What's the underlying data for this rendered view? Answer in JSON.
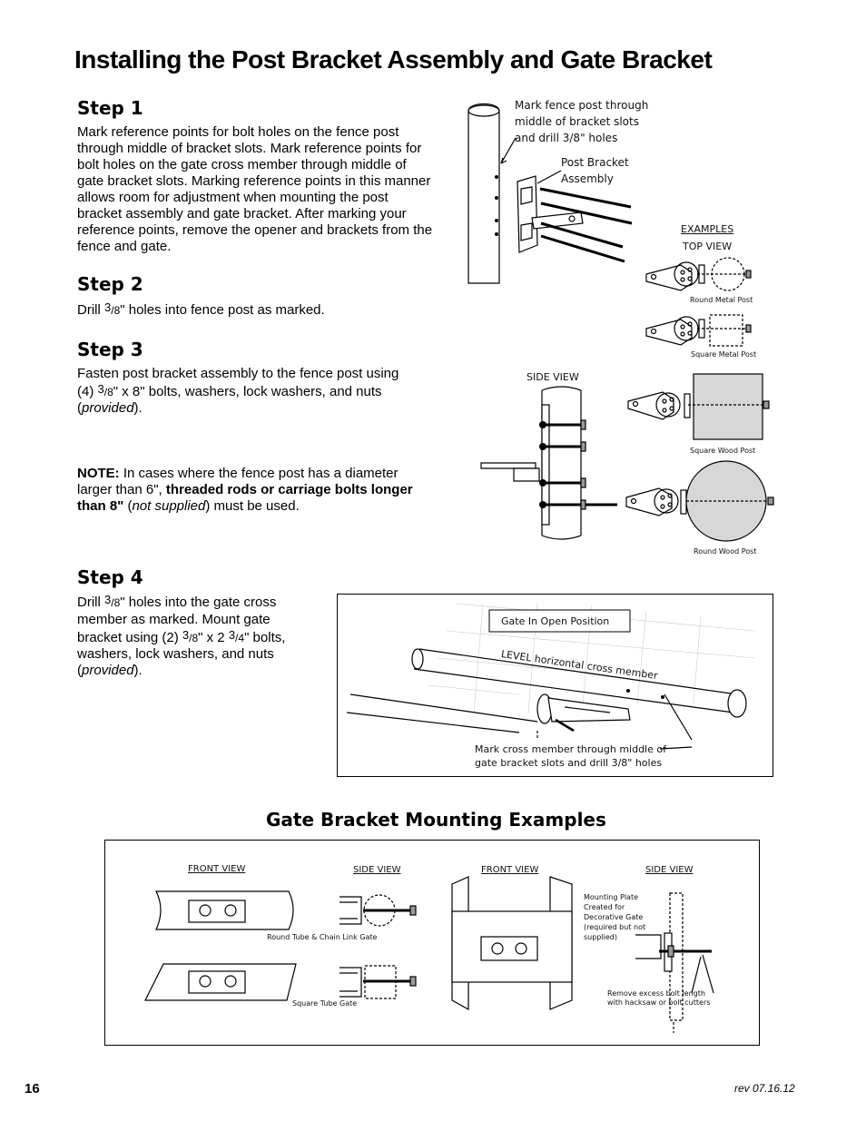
{
  "title": "Installing the Post Bracket Assembly and Gate Bracket",
  "step1": {
    "heading": "Step 1",
    "body": "Mark reference points for bolt holes on the fence post through middle of bracket slots. Mark reference points for bolt holes on the gate cross member through middle of gate bracket slots. Marking reference points in this manner allows room for adjustment when mounting the post bracket assembly and gate bracket.  After marking your reference points, remove the opener and brackets from the fence and gate."
  },
  "step2": {
    "heading": "Step 2",
    "body_pre": "Drill ",
    "frac_num": "3",
    "frac_den": "/8",
    "body_post": "\" holes into fence post as marked."
  },
  "step3": {
    "heading": "Step 3",
    "line1": "Fasten post bracket assembly to the fence post using",
    "line2_pre": "(4) ",
    "frac_num": "3",
    "frac_den": "/8",
    "line2_post": "\" x 8\" bolts, washers, lock washers, and nuts",
    "line3_open": "(",
    "line3_italic": "provided",
    "line3_close": ").",
    "note_label": "NOTE:",
    "note_text1": " In cases where the fence post has a diameter larger than 6\", ",
    "note_bold": "threaded rods or carriage bolts longer than 8\"",
    "note_text2": " (",
    "note_italic": "not supplied",
    "note_text3": ") must be used."
  },
  "step4": {
    "heading": "Step 4",
    "l1_pre": "Drill ",
    "l1_num": "3",
    "l1_den": "/8",
    "l1_post": "\" holes into the gate cross",
    "l2": "member as marked. Mount gate",
    "l3_pre": "bracket using (2) ",
    "l3_num1": "3",
    "l3_den1": "/8",
    "l3_mid": "\" x 2 ",
    "l3_num2": "3",
    "l3_den2": "/4",
    "l3_post": "\" bolts,",
    "l4": "washers, lock washers, and nuts",
    "l5_open": "(",
    "l5_italic": "provided",
    "l5_close": ")."
  },
  "fig_post": {
    "mark_label_1": "Mark fence post through",
    "mark_label_2": "middle of bracket slots",
    "mark_label_3": "and drill 3/8\" holes",
    "assembly_label_1": "Post Bracket",
    "assembly_label_2": "Assembly",
    "examples": "EXAMPLES",
    "top_view": "TOP VIEW",
    "side_view": "SIDE VIEW",
    "round_metal": "Round Metal Post",
    "square_metal": "Square Metal Post",
    "square_wood": "Square Wood Post",
    "round_wood": "Round Wood Post"
  },
  "fig_gate": {
    "open_position": "Gate In Open Position",
    "level_label": "LEVEL horizontal cross member",
    "mark_label_1": "Mark cross member through middle of",
    "mark_label_2": "gate bracket slots and drill 3/8\" holes"
  },
  "examples": {
    "heading": "Gate Bracket Mounting Examples",
    "front_view_1": "FRONT VIEW",
    "side_view_1": "SIDE VIEW",
    "front_view_2": "FRONT VIEW",
    "side_view_2": "SIDE VIEW",
    "round_tube": "Round Tube & Chain Link Gate",
    "square_tube": "Square Tube Gate",
    "plate_1": "Mounting Plate",
    "plate_2": "Created for",
    "plate_3": "Decorative Gate",
    "plate_4": "(required but not",
    "plate_5": "supplied)",
    "remove_1": "Remove excess bolt length",
    "remove_2": "with hacksaw or bolt cutters"
  },
  "footer": {
    "page": "16",
    "rev": "rev 07.16.12"
  }
}
